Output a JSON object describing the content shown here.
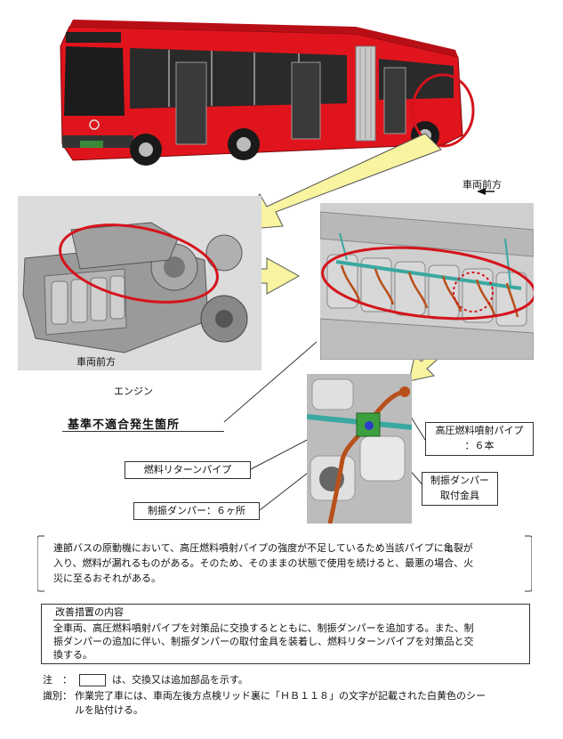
{
  "labels": {
    "vehicle_front_top": "車両前方",
    "vehicle_front_engine": "車両前方",
    "engine": "エンジン",
    "defect_location": "基準不適合発生箇所",
    "fuel_return_pipe": "燃料リターンパイプ",
    "damper_count": "制振ダンパー：６ヶ所",
    "hp_pipe_line1": "高圧燃料噴射パイプ",
    "hp_pipe_line2": "：６本",
    "damper_mount_line1": "制振ダンパー",
    "damper_mount_line2": "取付金具"
  },
  "description": {
    "line1": "連節バスの原動機において、高圧燃料噴射パイプの強度が不足しているため当該パイプに亀裂が",
    "line2": "入り、燃料が漏れるものがある。そのため、そのままの状態で使用を続けると、最悪の場合、火",
    "line3": "災に至るおそれがある。"
  },
  "remedy": {
    "title": "改善措置の内容",
    "line1": "全車両、高圧燃料噴射パイプを対策品に交換するとともに、制振ダンパーを追加する。また、制",
    "line2": "振ダンパーの追加に伴い、制振ダンパーの取付金具を装着し、燃料リターンパイプを対策品と交",
    "line3": "換する。"
  },
  "notes": {
    "note_label": "注　：",
    "note_text": "は、交換又は追加部品を示す。",
    "id_label": "識別：",
    "id_line1": "作業完了車には、車両左後方点検リッド裏に「ＨＢ１１８」の文字が記載された白黄色のシー",
    "id_line2": "ルを貼付ける。"
  },
  "colors": {
    "bus_red": "#e0141c",
    "highlight_red": "#d4141c",
    "arrow_yellow": "#f8f4a0",
    "pipe_orange": "#b8501c",
    "pipe_teal": "#3aa8a0"
  }
}
